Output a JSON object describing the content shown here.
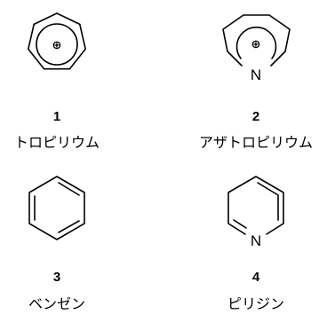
{
  "compounds": [
    {
      "number": "1",
      "name": "トロピリウム",
      "charge": "⊕"
    },
    {
      "number": "2",
      "name": "アザトロピリウム",
      "charge": "⊕",
      "heteroatom": "N"
    },
    {
      "number": "3",
      "name": "ベンゼン"
    },
    {
      "number": "4",
      "name": "ピリジン",
      "heteroatom": "N"
    }
  ]
}
